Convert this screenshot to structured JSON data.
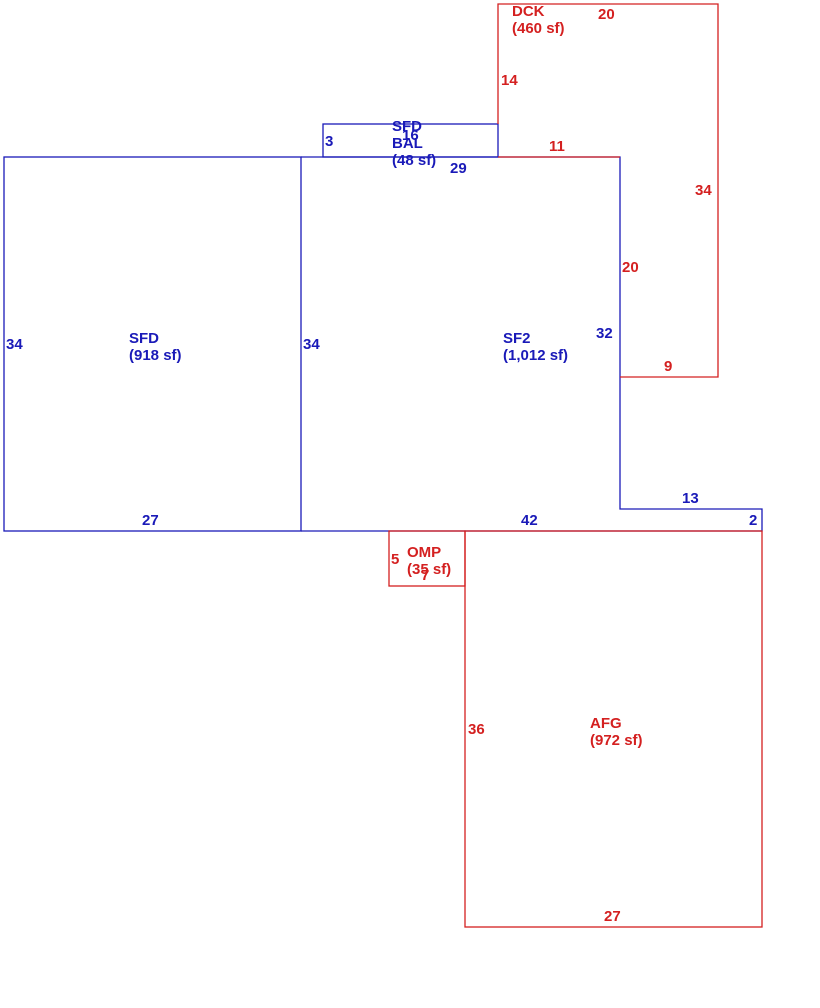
{
  "colors": {
    "living": "#1a1ab8",
    "other": "#d42020"
  },
  "areas": {
    "sfd": {
      "name": "SFD",
      "area": "(918 sf)"
    },
    "sf2": {
      "name": "SF2",
      "area": "(1,012 sf)"
    },
    "bal": {
      "name1": "SFD",
      "name2": "BAL",
      "area": "(48 sf)"
    },
    "dck": {
      "name": "DCK",
      "area": "(460 sf)"
    },
    "omp": {
      "name": "OMP",
      "area": "(35 sf)"
    },
    "afg": {
      "name": "AFG",
      "area": "(972 sf)"
    }
  },
  "dimensions": {
    "sfd_left": "34",
    "sfd_right": "34",
    "sfd_bottom": "27",
    "sf2_top": "29",
    "sf2_right": "32",
    "sf2_bottom": "42",
    "step_top": "13",
    "step_right": "2",
    "bal_left": "3",
    "bal_top": "16",
    "dck_top": "20",
    "dck_left_upper": "14",
    "dck_mid_top": "11",
    "dck_right": "34",
    "dck_left_lower": "20",
    "dck_bottom": "9",
    "omp_left": "5",
    "omp_bottom": "7",
    "afg_left": "36",
    "afg_bottom": "27"
  }
}
